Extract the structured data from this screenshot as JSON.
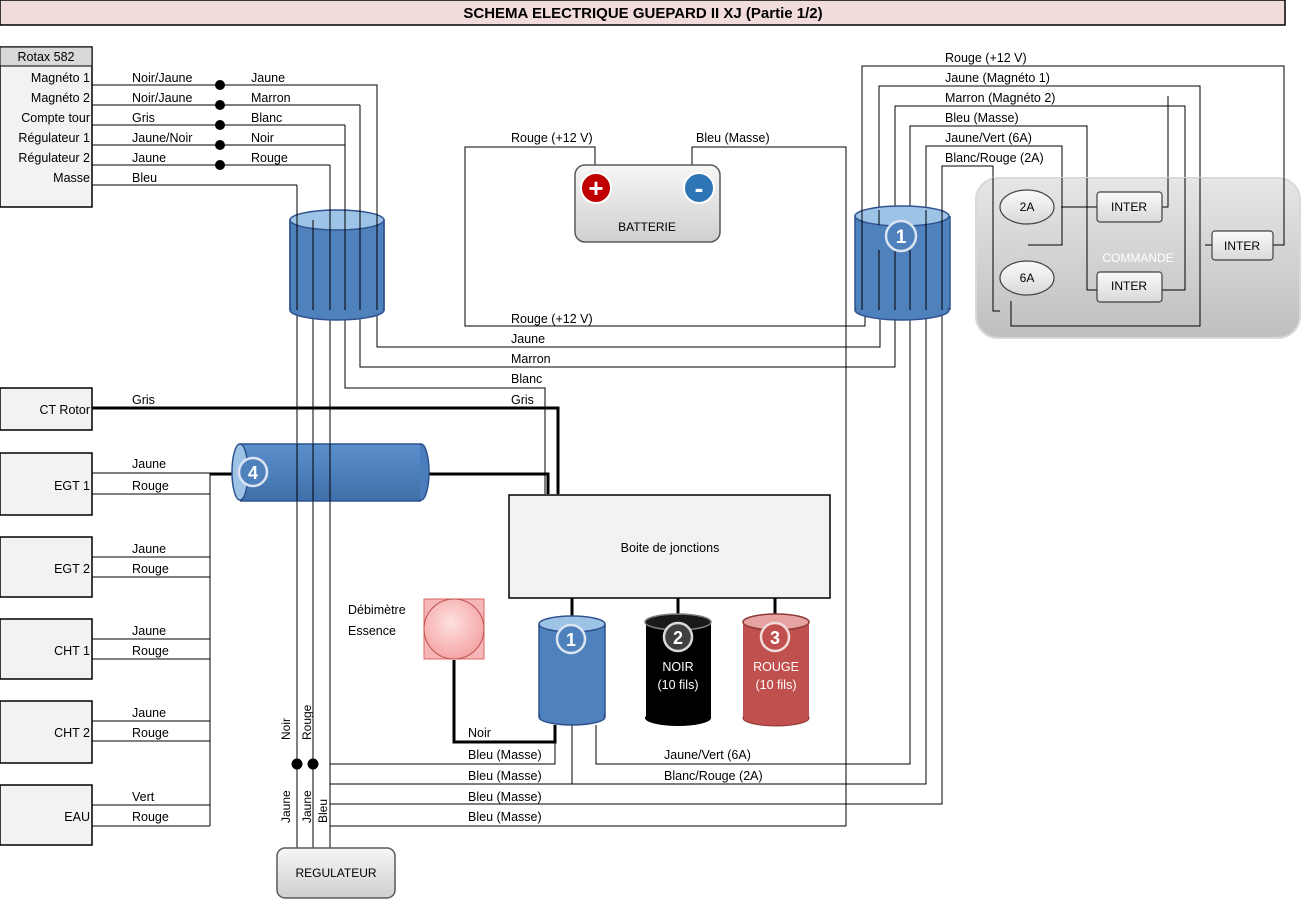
{
  "title": "SCHEMA ELECTRIQUE GUEPARD II XJ   (Partie 1/2)",
  "rotax": {
    "header": "Rotax 582",
    "pins": [
      {
        "name": "Magnéto 1",
        "wire": "Noir/Jaune",
        "out": "Jaune"
      },
      {
        "name": "Magnéto 2",
        "wire": "Noir/Jaune",
        "out": "Marron"
      },
      {
        "name": "Compte tour",
        "wire": "Gris",
        "out": "Blanc"
      },
      {
        "name": "Régulateur 1",
        "wire": "Jaune/Noir",
        "out": "Noir"
      },
      {
        "name": "Régulateur 2",
        "wire": "Jaune",
        "out": "Rouge"
      },
      {
        "name": "Masse",
        "wire": "Bleu",
        "out": ""
      }
    ]
  },
  "battery": {
    "label": "BATTERIE",
    "plus": "+",
    "minus": "-",
    "plus_wire": "Rouge (+12 V)",
    "minus_wire": "Bleu (Masse)",
    "bottom_wire": "Rouge (+12 V)"
  },
  "right_bus": [
    "Rouge (+12 V)",
    "Jaune (Magnéto 1)",
    "Marron (Magnéto 2)",
    "Bleu (Masse)",
    "Jaune/Vert (6A)",
    "Blanc/Rouge (2A)"
  ],
  "commande": {
    "label": "COMMANDE",
    "fuse_2a": "2A",
    "fuse_6a": "6A",
    "inter_1": "INTER",
    "inter_2": "INTER",
    "inter_3": "INTER"
  },
  "connectors": {
    "c1_top": "1",
    "c1_bottom": "1",
    "c2": "2",
    "c3": "3",
    "c4": "4"
  },
  "mid_wires": [
    "Jaune",
    "Marron",
    "Blanc",
    "Gris"
  ],
  "sensors": [
    {
      "name": "CT Rotor",
      "wires": [
        "Gris"
      ]
    },
    {
      "name": "EGT 1",
      "wires": [
        "Jaune",
        "Rouge"
      ]
    },
    {
      "name": "EGT 2",
      "wires": [
        "Jaune",
        "Rouge"
      ]
    },
    {
      "name": "CHT 1",
      "wires": [
        "Jaune",
        "Rouge"
      ]
    },
    {
      "name": "CHT 2",
      "wires": [
        "Jaune",
        "Rouge"
      ]
    },
    {
      "name": "EAU",
      "wires": [
        "Vert",
        "Rouge"
      ]
    }
  ],
  "junction_box": "Boite de jonctions",
  "flowmeter": {
    "line1": "Débimètre",
    "line2": "Essence",
    "wire": "Noir"
  },
  "noir_connector": {
    "line1": "NOIR",
    "line2": "(10 fils)"
  },
  "rouge_connector": {
    "line1": "ROUGE",
    "line2": "(10 fils)"
  },
  "bottom_wires": [
    "Bleu (Masse)",
    "Bleu (Masse)",
    "Bleu (Masse)",
    "Bleu (Masse)"
  ],
  "bottom_right_wires": [
    "Jaune/Vert (6A)",
    "Blanc/Rouge (2A)"
  ],
  "regulateur": {
    "label": "REGULATEUR",
    "vertical_labels": [
      "Noir",
      "Rouge",
      "Jaune",
      "Jaune",
      "Bleu"
    ]
  },
  "colors": {
    "connector_blue": "#4f81bd",
    "connector_blue_top": "#9dc3e6",
    "connector_red": "#c0504d",
    "connector_black": "#000000",
    "title_bg": "#f2dcdb",
    "battery_plus": "#c00000",
    "battery_minus": "#2e75b6"
  }
}
